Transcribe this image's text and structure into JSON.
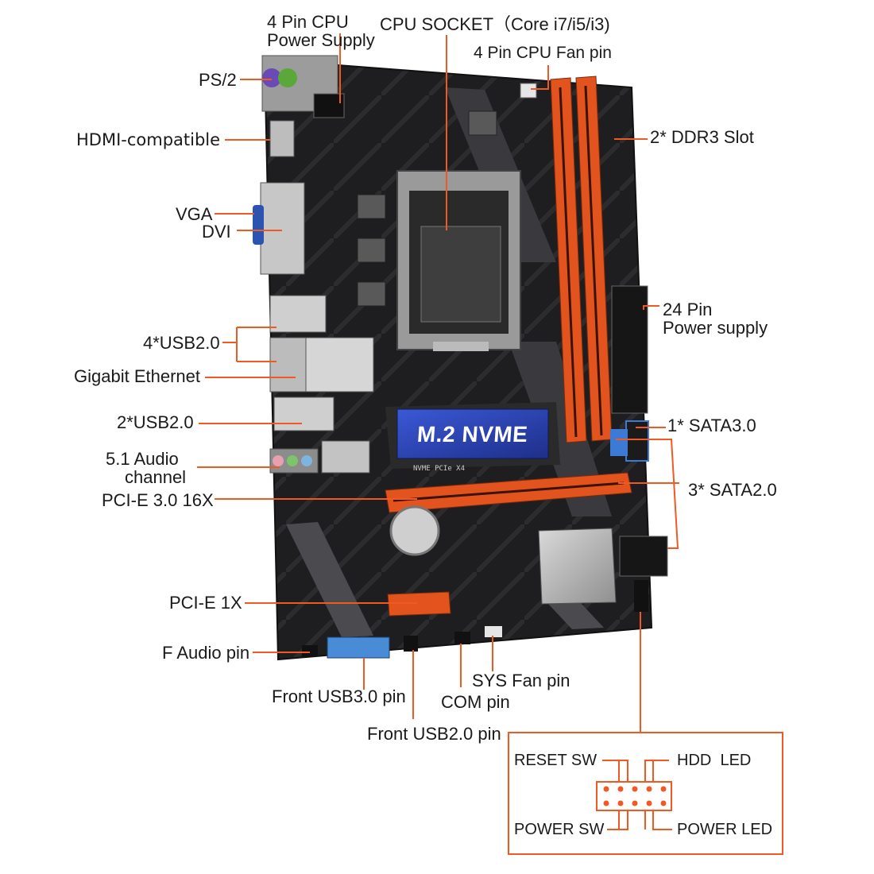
{
  "labels": {
    "cpu_power": [
      "4 Pin CPU",
      "Power Supply"
    ],
    "cpu_socket": "CPU SOCKET（Core i7/i5/i3)",
    "cpu_fan": "4 Pin CPU Fan pin",
    "ps2": "PS/2",
    "hdmi": "HDMI-compatible",
    "ddr3": "2* DDR3 Slot",
    "vga": "VGA",
    "dvi": "DVI",
    "power24": [
      "24 Pin",
      "Power supply"
    ],
    "usb20_4": "4*USB2.0",
    "ethernet": "Gigabit Ethernet",
    "usb20_2": "2*USB2.0",
    "sata3": "1* SATA3.0",
    "audio51": [
      "5.1 Audio",
      "channel"
    ],
    "sata2": "3* SATA2.0",
    "pcie16": "PCI-E 3.0 16X",
    "pcie1": "PCI-E 1X",
    "faudio": "F Audio pin",
    "sysfan": "SYS Fan pin",
    "front_usb3": "Front USB3.0 pin",
    "com": "COM pin",
    "front_usb2": "Front USB2.0 pin"
  },
  "panel": {
    "reset_sw": "RESET SW",
    "hdd_led": "HDD  LED",
    "power_sw": "POWER SW",
    "power_led": "POWER LED"
  },
  "board": {
    "nvme_label": "M.2 NVME",
    "nvme_sub": "NVME  PCIe X4"
  },
  "colors": {
    "pcb": "#1e1e20",
    "slot_orange": "#e2531e",
    "callout_line": "#f05a22",
    "nvme_blue": "#2a45b8"
  }
}
